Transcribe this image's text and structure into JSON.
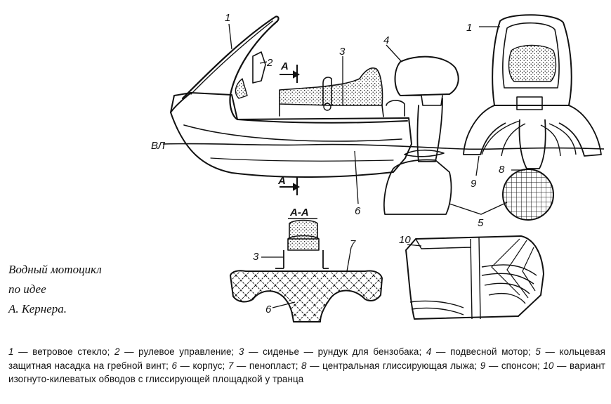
{
  "caption": {
    "line1": "Водный мотоцикл",
    "line2": "по идее",
    "line3": "А. Кернера."
  },
  "labels": {
    "side_1": "1",
    "side_2": "2",
    "side_3": "3",
    "side_4": "4",
    "side_5": "5",
    "side_6": "6",
    "waterline": "ВЛ",
    "arrow_top": "А",
    "arrow_bottom": "А",
    "front_1": "1",
    "front_8": "8",
    "front_9": "9",
    "section_title": "А-А",
    "section_3": "3",
    "section_7": "7",
    "section_6": "6",
    "variant_10": "10"
  },
  "legend": [
    {
      "num": "1",
      "text": " — ветровое стекло; "
    },
    {
      "num": "2",
      "text": " — рулевое управление; "
    },
    {
      "num": "3",
      "text": " — сиденье — рундук для бензобака; "
    },
    {
      "num": "4",
      "text": " — подвесной мотор; "
    },
    {
      "num": "5",
      "text": " — кольцевая защитная насадка на гребной винт; "
    },
    {
      "num": "6",
      "text": " — корпус; "
    },
    {
      "num": "7",
      "text": " — пенопласт; "
    },
    {
      "num": "8",
      "text": " — центральная глиссирующая лыжа; "
    },
    {
      "num": "9",
      "text": " — спонсон; "
    },
    {
      "num": "10",
      "text": " — вариант изогнуто-килеватых обводов с глиссирующей площадкой у транца"
    }
  ]
}
